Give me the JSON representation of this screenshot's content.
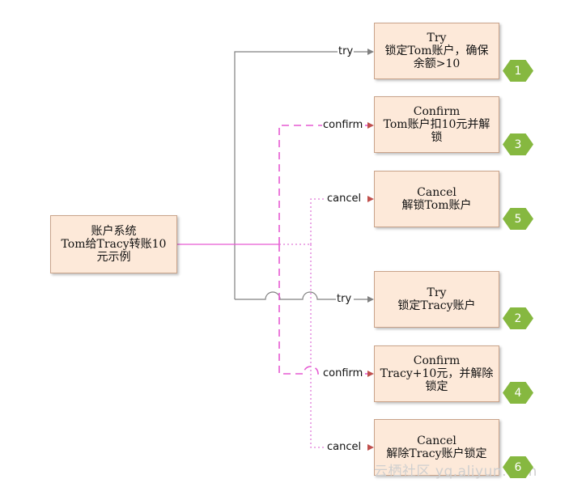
{
  "source": {
    "lines": [
      "账户系统",
      "Tom给Tracy转账10",
      "元示例"
    ]
  },
  "steps": [
    {
      "connector": "try",
      "lines": [
        "Try",
        "锁定Tom账户，确保",
        "余额>10"
      ],
      "badge": "1"
    },
    {
      "connector": "confirm",
      "lines": [
        "Confirm",
        "Tom账户扣10元并解",
        "锁"
      ],
      "badge": "3"
    },
    {
      "connector": "cancel",
      "lines": [
        "Cancel",
        "解锁Tom账户"
      ],
      "badge": "5"
    },
    {
      "connector": "try",
      "lines": [
        "Try",
        "锁定Tracy账户"
      ],
      "badge": "2"
    },
    {
      "connector": "confirm",
      "lines": [
        "Confirm",
        "Tracy+10元，并解除",
        "锁定"
      ],
      "badge": "4"
    },
    {
      "connector": "cancel",
      "lines": [
        "Cancel",
        "解除Tracy账户锁定"
      ],
      "badge": "6"
    }
  ],
  "watermark": "云栖社区 yq.aliyun.com",
  "colors": {
    "try_line": "#808080",
    "confirm_line": "#e65ad2",
    "cancel_line": "#e07ad8",
    "box_fill": "#fde9d9",
    "box_border": "#c9a38a",
    "badge": "#86b840",
    "arrow": "#c0504d"
  }
}
